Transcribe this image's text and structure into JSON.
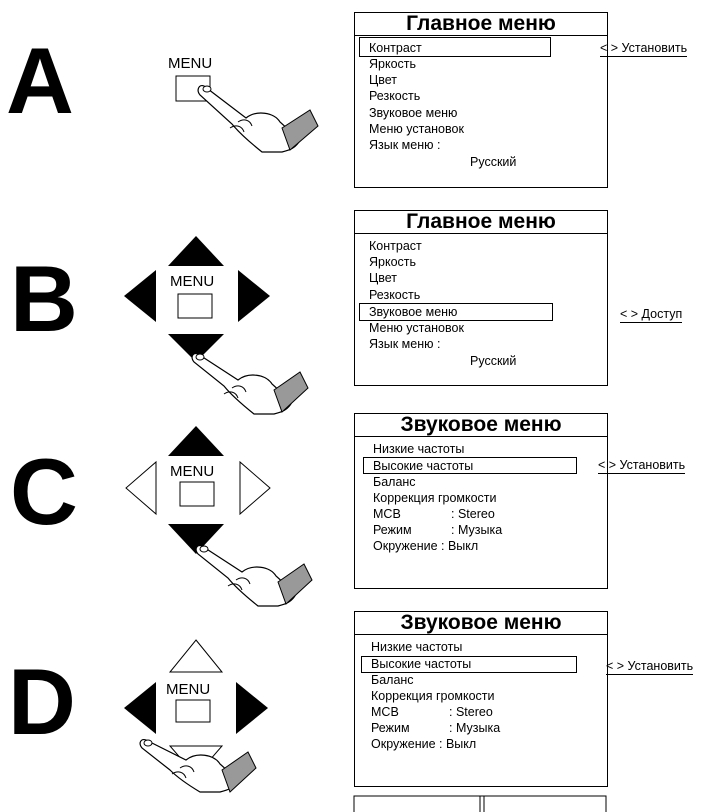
{
  "steps": [
    {
      "letter": "A",
      "button_label": "MENU",
      "menu_title": "Главное меню",
      "items": [
        "Контраст",
        "Яркость",
        "Цвет",
        "Резкость",
        "Звуковое меню",
        "Меню установок",
        "Язык меню :"
      ],
      "language_value": "Русский",
      "highlighted_item": "Контраст",
      "hint": "< > Установить"
    },
    {
      "letter": "B",
      "button_label": "MENU",
      "menu_title": "Главное меню",
      "items": [
        "Контраст",
        "Яркость",
        "Цвет",
        "Резкость",
        "Звуковое меню",
        "Меню установок",
        "Язык меню :"
      ],
      "language_value": "Русский",
      "highlighted_item": "Звуковое меню",
      "hint": "< > Доступ"
    },
    {
      "letter": "C",
      "button_label": "MENU",
      "menu_title": "Звуковое меню",
      "items": [
        "Низкие частоты",
        "Высокие частоты",
        "Баланс",
        "Коррекция громкости"
      ],
      "settings": [
        {
          "label": "МСВ",
          "value": ": Stereo"
        },
        {
          "label": "Режим",
          "value": ": Музыка"
        },
        {
          "label": "Окружение",
          "value": ": Выкл"
        }
      ],
      "highlighted_item": "Высокие частоты",
      "hint": "< > Установить"
    },
    {
      "letter": "D",
      "button_label": "MENU",
      "menu_title": "Звуковое меню",
      "items": [
        "Низкие частоты",
        "Высокие частоты",
        "Баланс",
        "Коррекция громкости"
      ],
      "settings": [
        {
          "label": "МСВ",
          "value": ": Stereo"
        },
        {
          "label": "Режим",
          "value": ": Музыка"
        },
        {
          "label": "Окружение",
          "value": ": Выкл"
        }
      ],
      "highlighted_item": "Высокие частоты",
      "hint": "< > Установить"
    }
  ]
}
